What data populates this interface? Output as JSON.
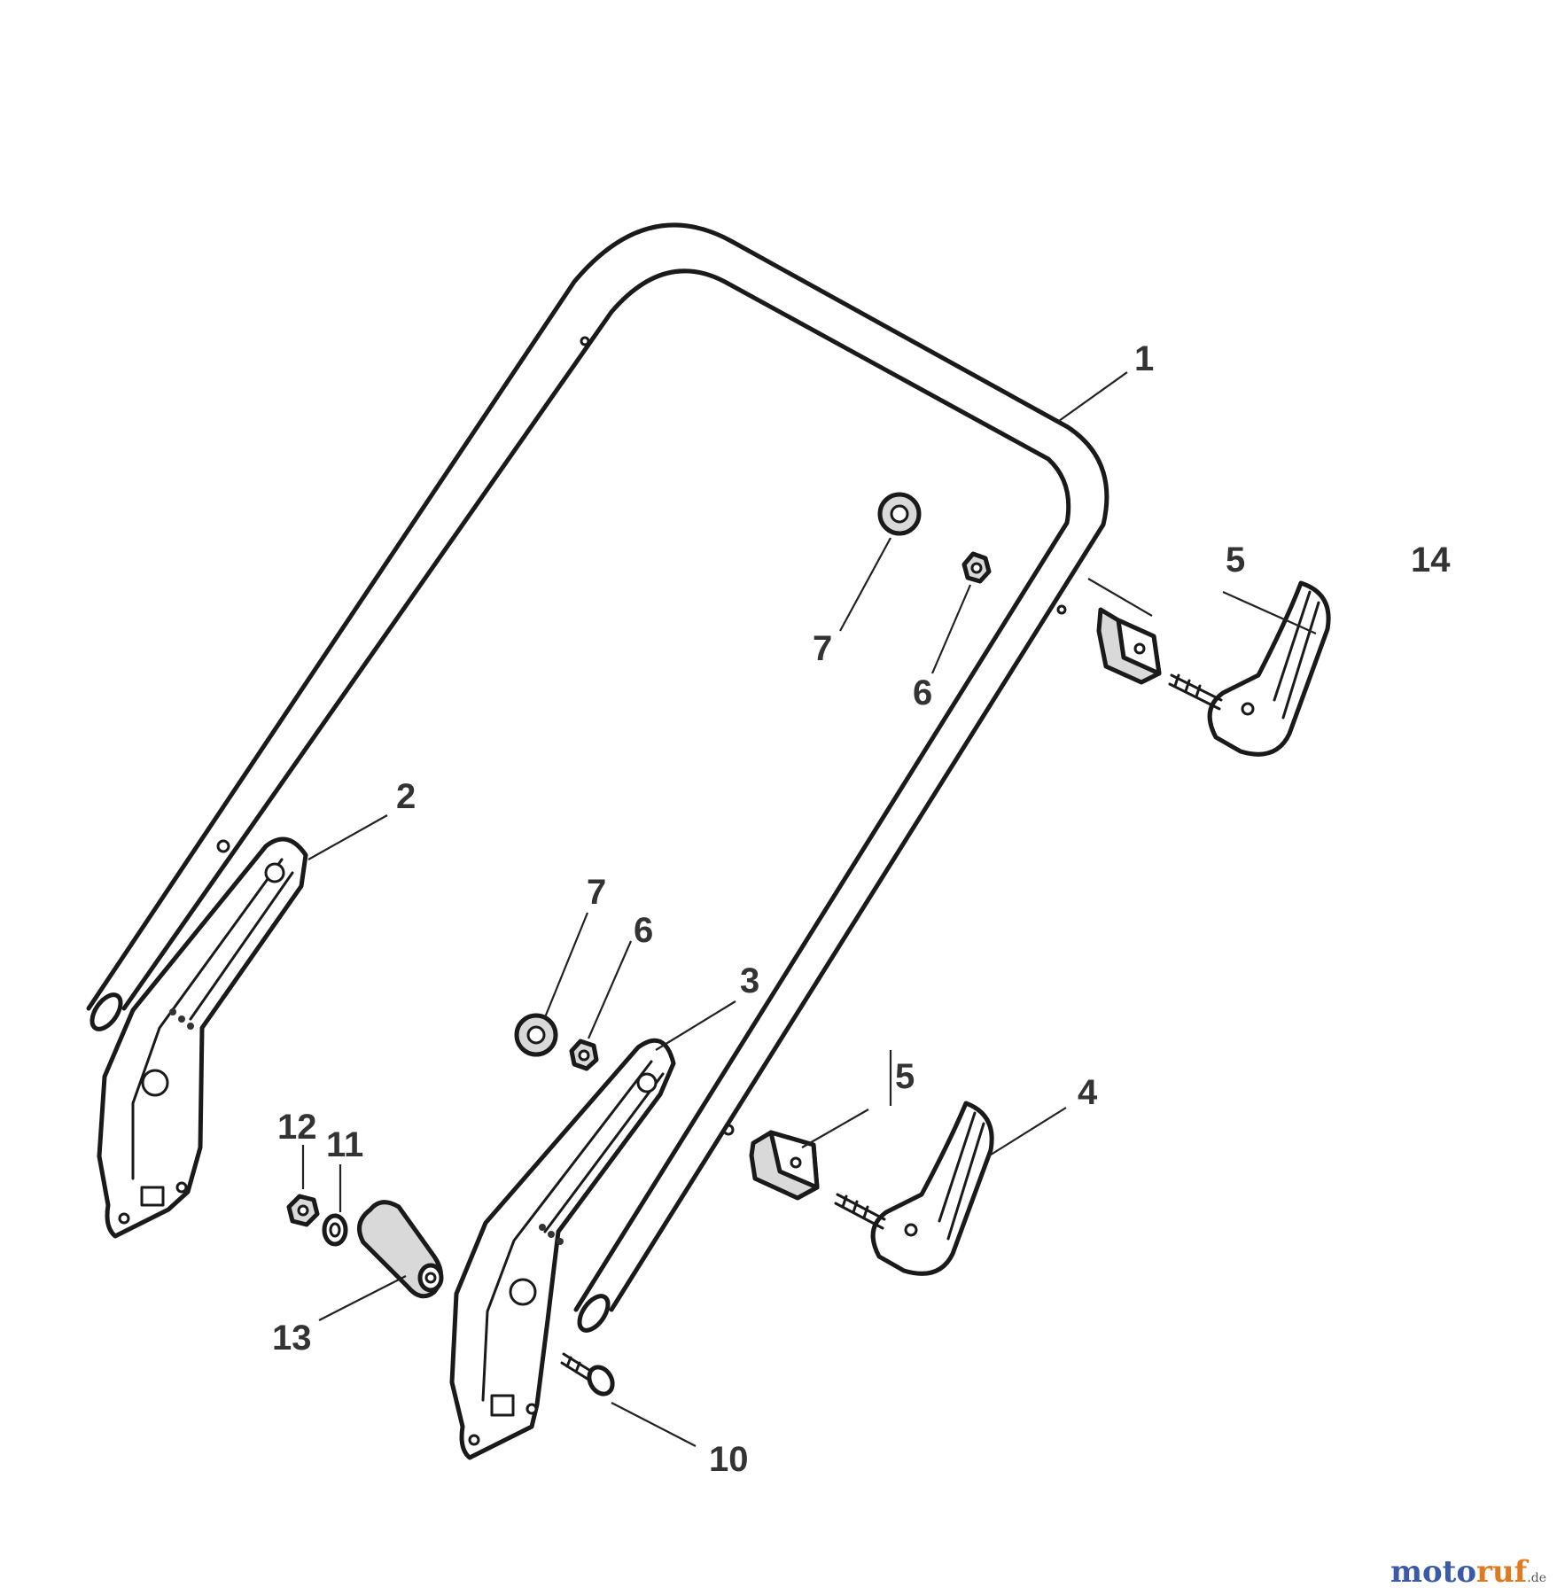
{
  "diagram": {
    "callouts": [
      {
        "id": "c1",
        "label": "1"
      },
      {
        "id": "c2",
        "label": "2"
      },
      {
        "id": "c3",
        "label": "3"
      },
      {
        "id": "c4",
        "label": "4"
      },
      {
        "id": "c5a",
        "label": "5"
      },
      {
        "id": "c5b",
        "label": "5"
      },
      {
        "id": "c6a",
        "label": "6"
      },
      {
        "id": "c6b",
        "label": "6"
      },
      {
        "id": "c7a",
        "label": "7"
      },
      {
        "id": "c7b",
        "label": "7"
      },
      {
        "id": "c10",
        "label": "10"
      },
      {
        "id": "c11",
        "label": "11"
      },
      {
        "id": "c12",
        "label": "12"
      },
      {
        "id": "c13",
        "label": "13"
      },
      {
        "id": "c14",
        "label": "14"
      }
    ]
  },
  "watermark": {
    "part_a": "moto",
    "part_b": "ruf",
    "part_c": ".de"
  }
}
